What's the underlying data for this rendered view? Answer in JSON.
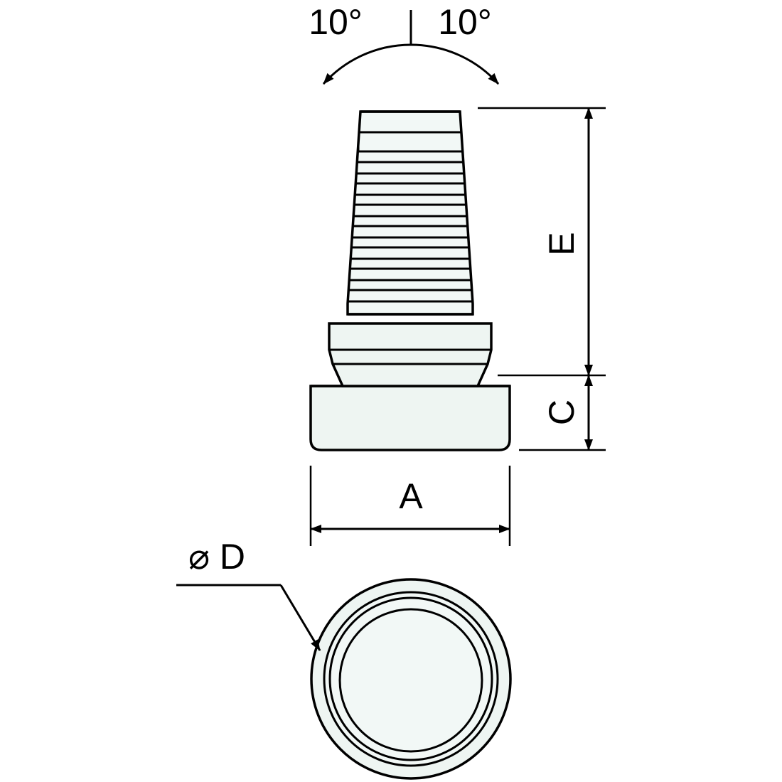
{
  "drawing": {
    "title": "Technical drawing of a ribbed insert / foot with flange",
    "colors": {
      "outline": "#000000",
      "fill_body": "#eef5f2",
      "fill_light": "#f2f8f6",
      "background": "#ffffff"
    },
    "labels": {
      "angle_left": "10°",
      "angle_right": "10°",
      "dim_height_total": "E",
      "dim_height_flange": "C",
      "dim_width_flange": "A",
      "dim_diameter": "⌀ D"
    },
    "views": {
      "front_view_name": "front-elevation",
      "bottom_view_name": "bottom-plan-view"
    }
  }
}
